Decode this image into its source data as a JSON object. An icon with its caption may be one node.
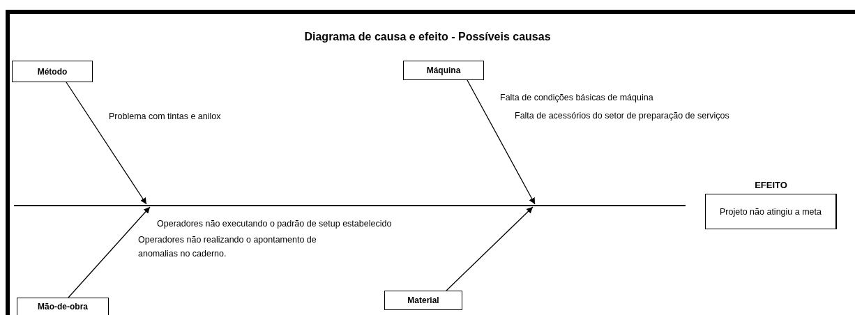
{
  "diagram": {
    "title": "Diagrama de causa e efeito - Possíveis causas",
    "nodes": [
      {
        "text": [
          "Método"
        ]
      },
      {
        "text": [
          "Máquina"
        ]
      },
      {
        "text": [],
        "shape": "bar"
      },
      {
        "text": [
          "EFEITO",
          "Projeto não atingiu a meta"
        ]
      },
      {
        "text": [
          "Mão-de-obra"
        ]
      },
      {
        "text": [
          "Material"
        ]
      }
    ],
    "edges": [
      {
        "from": 0,
        "to": 2,
        "arrow": "to"
      },
      {
        "from": 1,
        "to": 2,
        "arrow": "to"
      },
      {
        "from": 4,
        "to": 2,
        "arrow": "to"
      },
      {
        "from": 5,
        "to": 2,
        "arrow": "to"
      }
    ],
    "labels": [
      "Problema com tintas e anilox",
      "Falta de condições básicas de máquina",
      "Falta de acessórios do setor de preparação de serviços",
      "Operadores não executando o padrão de setup estabelecido",
      "Operadores não realizando o apontamento de anomalias no caderno."
    ]
  }
}
